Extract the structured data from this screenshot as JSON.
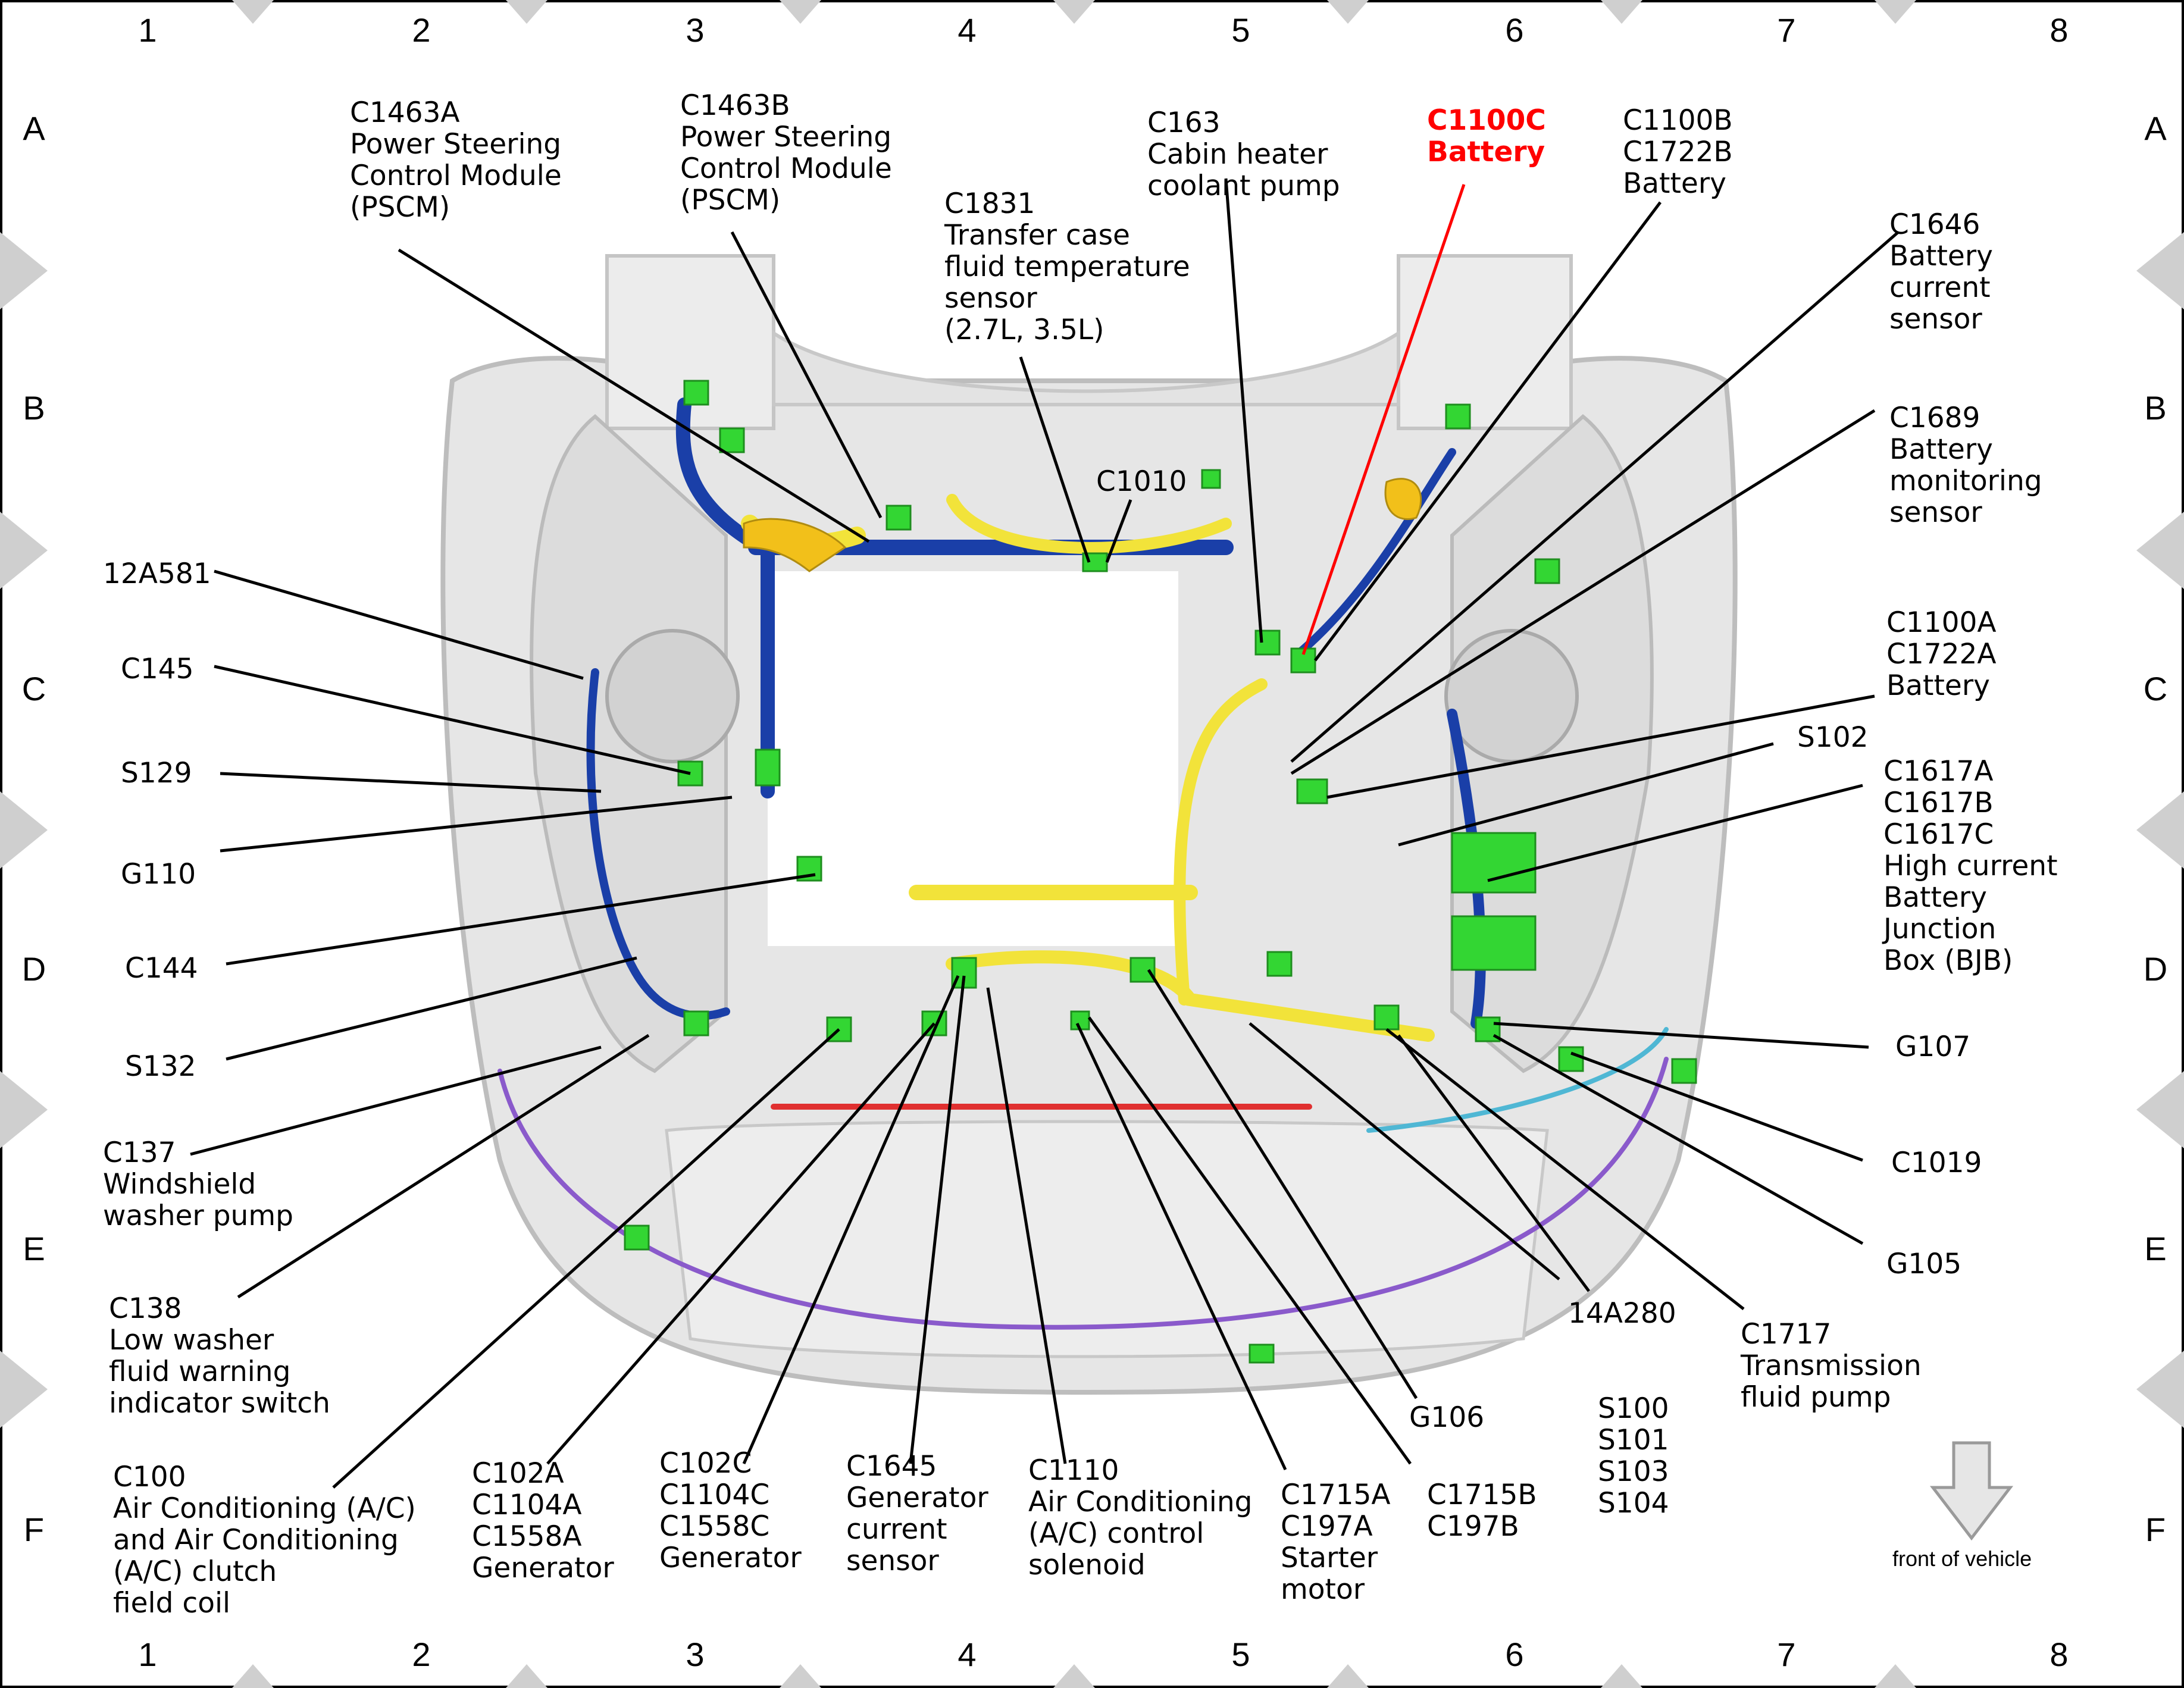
{
  "grid": {
    "columns": [
      "1",
      "2",
      "3",
      "4",
      "5",
      "6",
      "7",
      "8"
    ],
    "rows": [
      "A",
      "B",
      "C",
      "D",
      "E",
      "F"
    ]
  },
  "labels": {
    "c1463a": [
      "C1463A",
      "Power Steering",
      "Control Module",
      "(PSCM)"
    ],
    "c1463b": [
      "C1463B",
      "Power Steering",
      "Control Module",
      "(PSCM)"
    ],
    "c1831": [
      "C1831",
      "Transfer case",
      "fluid temperature",
      "sensor",
      "(2.7L, 3.5L)"
    ],
    "c1010": [
      "C1010"
    ],
    "c163": [
      "C163",
      "Cabin heater",
      "coolant pump"
    ],
    "c1100c": [
      "C1100C",
      "Battery"
    ],
    "c1100b": [
      "C1100B",
      "C1722B",
      "Battery"
    ],
    "c1646": [
      "C1646",
      "Battery",
      "current",
      "sensor"
    ],
    "c1689": [
      "C1689",
      "Battery",
      "monitoring",
      "sensor"
    ],
    "c1100a": [
      "C1100A",
      "C1722A",
      "Battery"
    ],
    "s102": [
      "S102"
    ],
    "c1617": [
      "C1617A",
      "C1617B",
      "C1617C",
      "High current",
      "Battery",
      "Junction",
      "Box (BJB)"
    ],
    "g107": [
      "G107"
    ],
    "c1019": [
      "C1019"
    ],
    "g105": [
      "G105"
    ],
    "c1717": [
      "C1717",
      "Transmission",
      "fluid pump"
    ],
    "a14a280": [
      "14A280"
    ],
    "s100": [
      "S100",
      "S101",
      "S103",
      "S104"
    ],
    "g106": [
      "G106"
    ],
    "c1715b": [
      "C1715B",
      "C197B"
    ],
    "c1715a": [
      "C1715A",
      "C197A",
      "Starter",
      "motor"
    ],
    "c1110": [
      "C1110",
      "Air Conditioning",
      "(A/C) control",
      "solenoid"
    ],
    "c1645": [
      "C1645",
      "Generator",
      "current",
      "sensor"
    ],
    "c102c": [
      "C102C",
      "C1104C",
      "C1558C",
      "Generator"
    ],
    "c102a": [
      "C102A",
      "C1104A",
      "C1558A",
      "Generator"
    ],
    "c100": [
      "C100",
      "Air Conditioning (A/C)",
      "and Air Conditioning",
      "(A/C) clutch",
      "field coil"
    ],
    "c138": [
      "C138",
      "Low washer",
      "fluid warning",
      "indicator switch"
    ],
    "c137": [
      "C137",
      "Windshield",
      "washer pump"
    ],
    "s132": [
      "S132"
    ],
    "c144": [
      "C144"
    ],
    "g110": [
      "G110"
    ],
    "s129": [
      "S129"
    ],
    "c145": [
      "C145"
    ],
    "a12a581": [
      "12A581"
    ]
  },
  "front_of_vehicle": "front of vehicle",
  "colors": {
    "harness_blue": "#1a3fa8",
    "harness_yellow": "#f2e33a",
    "connector_green": "#33d633",
    "highlight_red": "#ff0000",
    "body_gray": "#d9d9d9"
  }
}
